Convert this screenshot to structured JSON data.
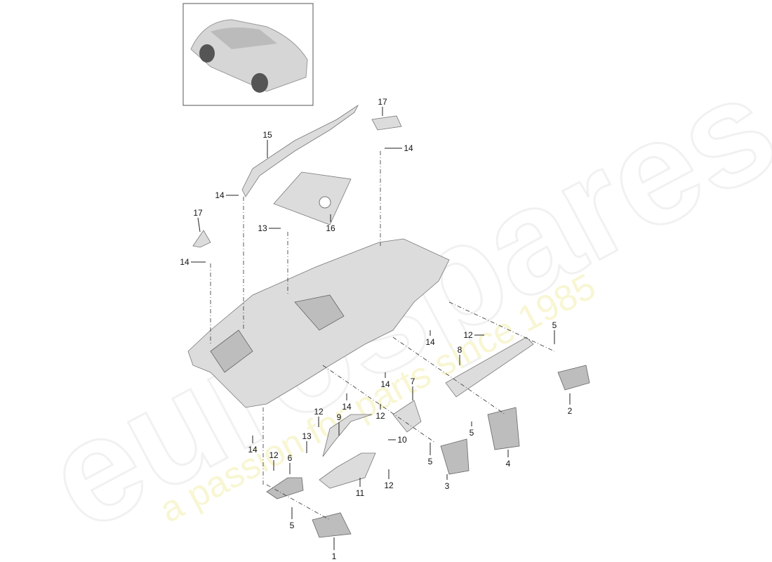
{
  "diagram": {
    "watermark": {
      "brand": "eurospares",
      "tagline": "a passion for parts since 1985"
    },
    "thumbnail": {
      "icon": "car-suv-icon"
    },
    "callouts": [
      "17",
      "14",
      "15",
      "14",
      "16",
      "13",
      "17",
      "14",
      "5",
      "12",
      "14",
      "8",
      "2",
      "14",
      "7",
      "14",
      "12",
      "9",
      "12",
      "13",
      "10",
      "5",
      "5",
      "4",
      "14",
      "12",
      "6",
      "3",
      "11",
      "12",
      "5",
      "1"
    ]
  }
}
